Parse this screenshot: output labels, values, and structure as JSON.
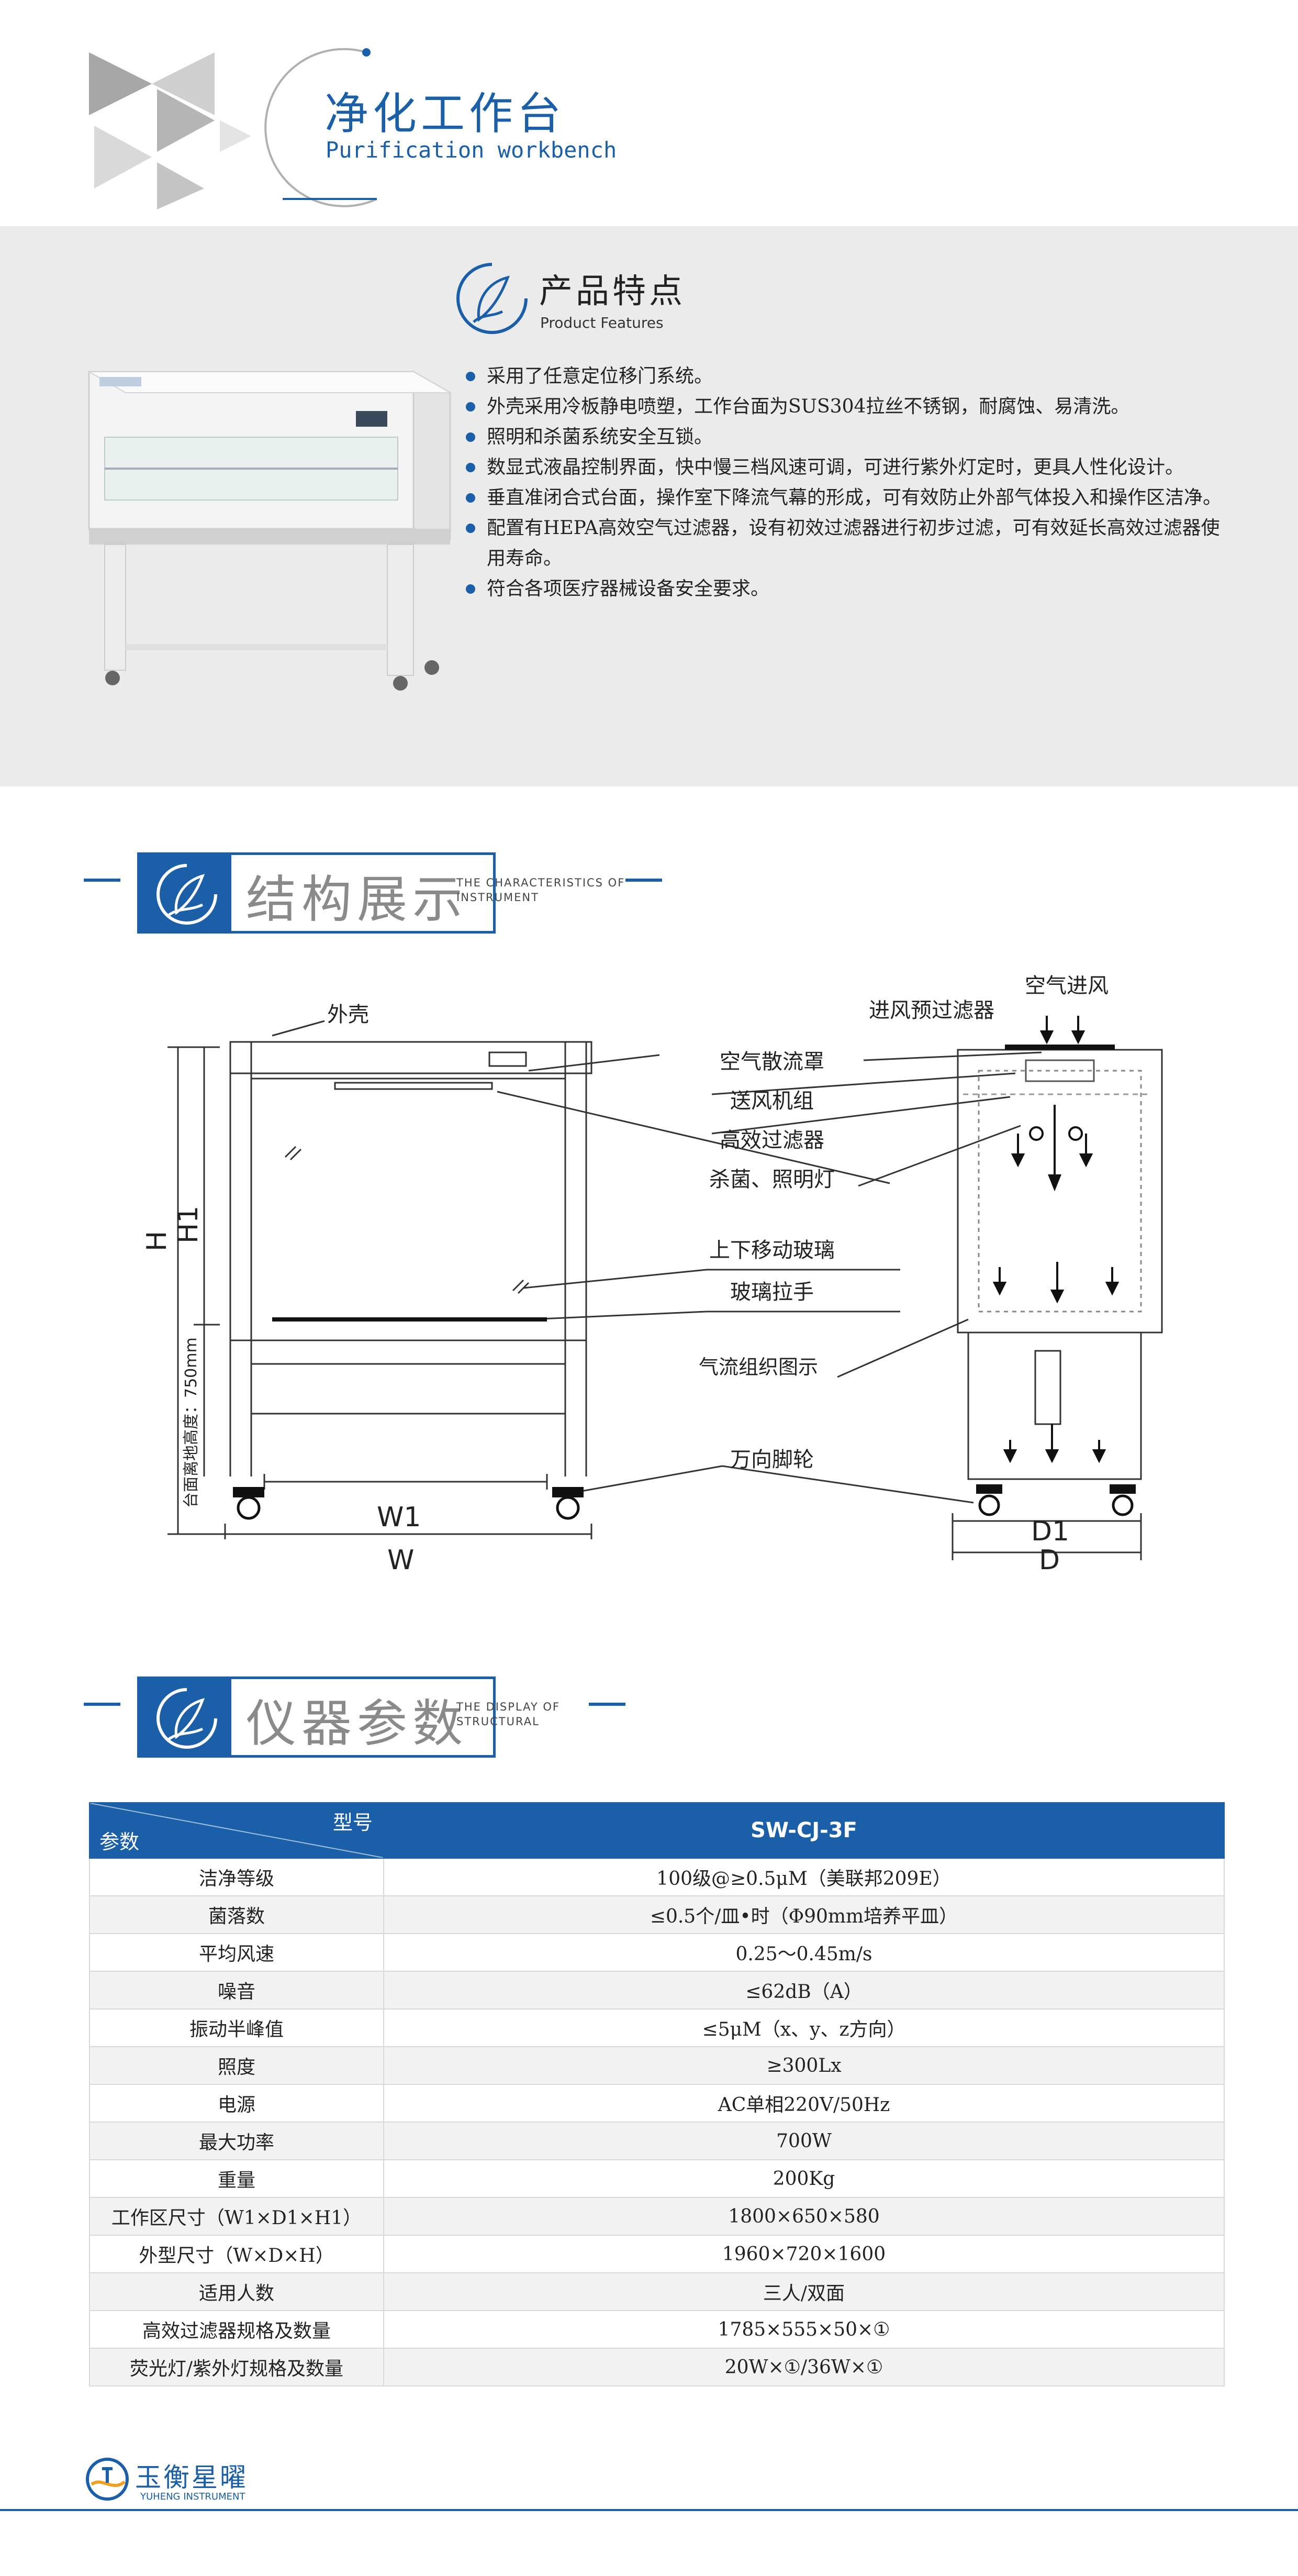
{
  "header": {
    "title": "净化工作台",
    "subtitle": "Purification workbench"
  },
  "features": {
    "title": "产品特点",
    "subtitle": "Product Features",
    "items": [
      "采用了任意定位移门系统。",
      "外壳采用冷板静电喷塑，工作台面为SUS304拉丝不锈钢，耐腐蚀、易清洗。",
      "照明和杀菌系统安全互锁。",
      "数显式液晶控制界面，快中慢三档风速可调，可进行紫外灯定时，更具人性化设计。",
      "垂直准闭合式台面，操作室下降流气幕的形成，可有效防止外部气体投入和操作区洁净。",
      "配置有HEPA高效空气过滤器，设有初效过滤器进行初步过滤，可有效延长高效过滤器使用寿命。",
      "符合各项医疗器械设备安全要求。"
    ]
  },
  "structure": {
    "title": "结构展示",
    "subtitle_line1": "THE CHARACTERISTICS OF",
    "subtitle_line2": "INSTRUMENT",
    "labels": {
      "shell": "外壳",
      "diffuser": "空气散流罩",
      "fan": "送风机组",
      "hepa": "高效过滤器",
      "lamp": "杀菌、照明灯",
      "glass": "上下移动玻璃",
      "handle": "玻璃拉手",
      "airflow": "气流组织图示",
      "caster": "万向脚轮",
      "air_in": "空气进风",
      "prefilter": "进风预过滤器",
      "H": "H",
      "H1": "H1",
      "table_height": "台面离地高度：750mm",
      "W1": "W1",
      "W": "W",
      "D1": "D1",
      "D": "D"
    }
  },
  "params": {
    "title": "仪器参数",
    "subtitle_line1": "THE DISPLAY OF",
    "subtitle_line2": "STRUCTURAL",
    "head_model_label": "型号",
    "head_param_label": "参数",
    "model": "SW-CJ-3F",
    "rows": [
      {
        "name": "洁净等级",
        "value": "100级@≥0.5μM（美联邦209E）"
      },
      {
        "name": "菌落数",
        "value": "≤0.5个/皿•时（Φ90mm培养平皿）"
      },
      {
        "name": "平均风速",
        "value": "0.25～0.45m/s"
      },
      {
        "name": "噪音",
        "value": "≤62dB（A）"
      },
      {
        "name": "振动半峰值",
        "value": "≤5μM（x、y、z方向）"
      },
      {
        "name": "照度",
        "value": "≥300Lx"
      },
      {
        "name": "电源",
        "value": "AC单相220V/50Hz"
      },
      {
        "name": "最大功率",
        "value": "700W"
      },
      {
        "name": "重量",
        "value": "200Kg"
      },
      {
        "name": "工作区尺寸（W1×D1×H1）",
        "value": "1800×650×580"
      },
      {
        "name": "外型尺寸（W×D×H）",
        "value": "1960×720×1600"
      },
      {
        "name": "适用人数",
        "value": "三人/双面"
      },
      {
        "name": "高效过滤器规格及数量",
        "value": "1785×555×50×①"
      },
      {
        "name": "荧光灯/紫外灯规格及数量",
        "value": "20W×①/36W×①"
      }
    ]
  },
  "footer": {
    "brand": "玉衡星曜",
    "brand_en": "YUHENG INSTRUMENT"
  },
  "colors": {
    "accent": "#1a5fa8",
    "band": "#ebebeb",
    "triangle_dark": "#a6a6a6",
    "triangle_light": "#d9d9d9"
  }
}
